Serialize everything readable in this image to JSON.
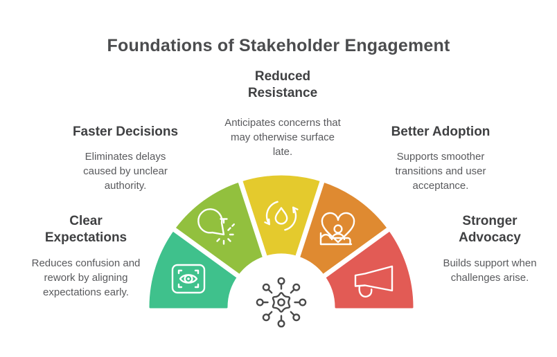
{
  "title": "Foundations of Stakeholder Engagement",
  "sections": [
    {
      "id": "clear-expectations",
      "title": "Clear Expectations",
      "body": "Reduces confusion and rework by aligning expectations early."
    },
    {
      "id": "faster-decisions",
      "title": "Faster Decisions",
      "body": "Eliminates delays caused by unclear authority."
    },
    {
      "id": "reduced-resistance",
      "title": "Reduced Resistance",
      "body": "Anticipates concerns that may otherwise surface late."
    },
    {
      "id": "better-adoption",
      "title": "Better Adoption",
      "body": "Supports smoother transitions and user acceptance."
    },
    {
      "id": "stronger-advocacy",
      "title": "Stronger Advocacy",
      "body": "Builds support when challenges arise."
    }
  ],
  "fan": {
    "segments": [
      {
        "id": "clear-expectations",
        "label": "Clear Expectations",
        "color": "#3fc18c",
        "icon": "eye-scan-icon"
      },
      {
        "id": "faster-decisions",
        "label": "Faster Decisions",
        "color": "#92c03e",
        "icon": "stopwatch-icon"
      },
      {
        "id": "reduced-resistance",
        "label": "Reduced Resistance",
        "color": "#e4ca2d",
        "icon": "water-drop-cycle-icon"
      },
      {
        "id": "better-adoption",
        "label": "Better Adoption",
        "color": "#df8a31",
        "icon": "heart-care-icon"
      },
      {
        "id": "stronger-advocacy",
        "label": "Stronger Advocacy",
        "color": "#e25b55",
        "icon": "megaphone-icon"
      }
    ],
    "hub_icon": "network-hub-icon",
    "hub_color": "#4a4a4a",
    "gap_color": "#ffffff"
  },
  "colors": {
    "background": "#ffffff",
    "title_text": "#4b4c4e",
    "heading_text": "#3f4042",
    "body_text": "#58595c",
    "icon_stroke": "#ffffff"
  }
}
